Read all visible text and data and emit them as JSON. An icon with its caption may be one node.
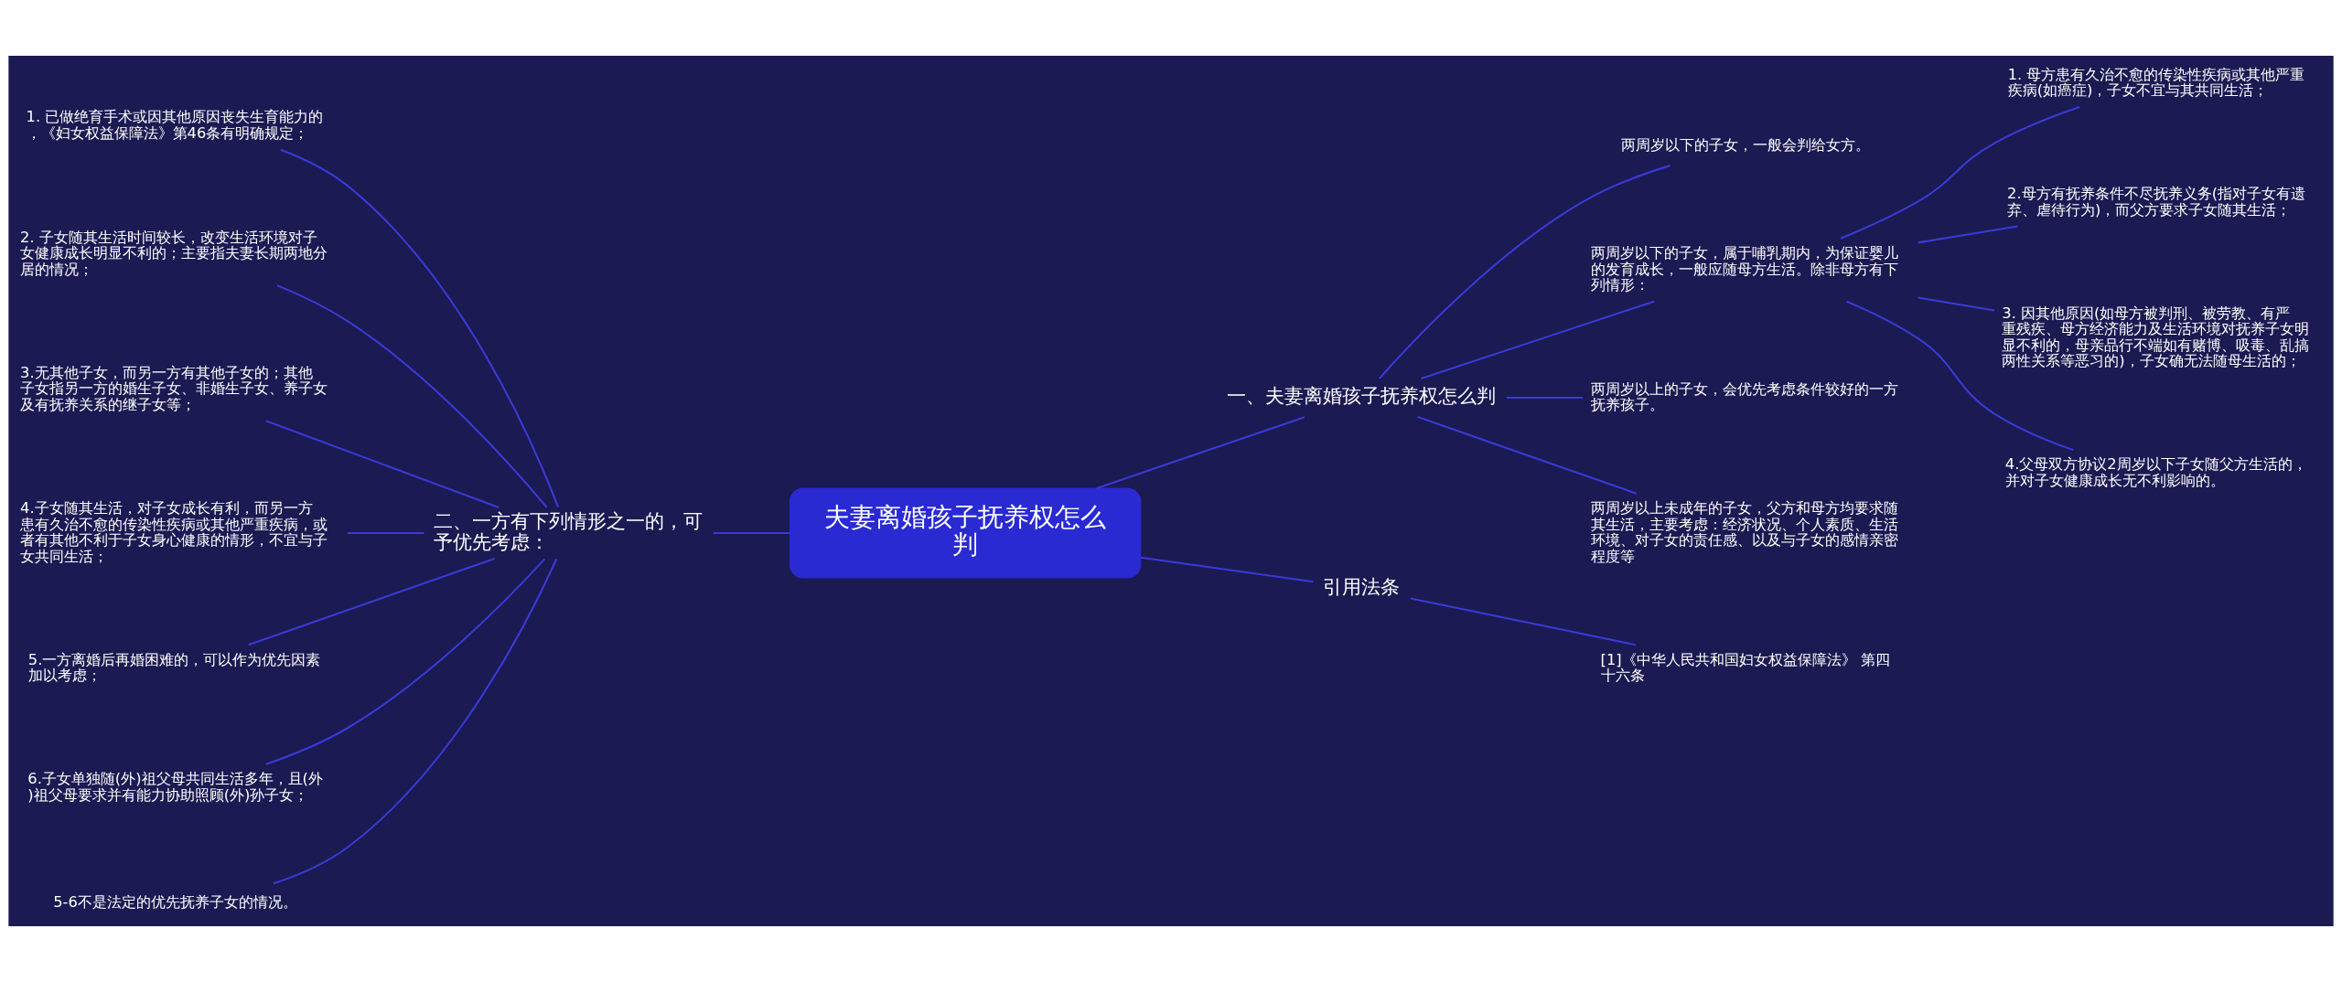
{
  "diagram": {
    "nodes": [
      {
        "text": [
          "夫妻离婚孩子抚养权怎么判"
        ]
      },
      {
        "text": [
          "一、夫妻离婚孩子抚养权怎么判"
        ]
      },
      {
        "text": [
          "两周岁以下的子女，一般会判给女方。"
        ]
      },
      {
        "text": [
          "两周岁以下的子女，属于哺乳期内，为保证婴儿的发育成长，一般应随母方生活。除非母方有下列情形："
        ]
      },
      {
        "text": [
          "1. 母方患有久治不愈的传染性疾病或其他严重疾病(如癌症)，子女不宜与其共同生活；"
        ]
      },
      {
        "text": [
          "2.母方有抚养条件不尽抚养义务(指对子女有遗弃、虐待行为)，而父方要求子女随其生活；"
        ]
      },
      {
        "text": [
          "3. 因其他原因(如母方被判刑、被劳教、有严重残疾、母方经济能力及生活环境对抚养子女明显不利的，母亲品行不端如有赌博、吸毒、乱搞两性关系等恶习的)，子女确无法随母生活的；"
        ]
      },
      {
        "text": [
          "4.父母双方协议2周岁以下子女随父方生活的，并对子女健康成长无不利影响的。"
        ]
      },
      {
        "text": [
          "两周岁以上的子女，会优先考虑条件较好的一方抚养孩子。"
        ]
      },
      {
        "text": [
          "两周岁以上未成年的子女，父方和母方均要求随其生活，主要考虑：经济状况、个人素质、生活环境、对子女的责任感、以及与子女的感情亲密程度等"
        ]
      },
      {
        "text": [
          "引用法条"
        ]
      },
      {
        "text": [
          "[1]《中华人民共和国妇女权益保障法》 第四十六条"
        ]
      },
      {
        "text": [
          "二、一方有下列情形之一的，可予优先考虑："
        ]
      },
      {
        "text": [
          "1. 已做绝育手术或因其他原因丧失生育能力的，《妇女权益保障法》第46条有明确规定；"
        ]
      },
      {
        "text": [
          "2. 子女随其生活时间较长，改变生活环境对子女健康成长明显不利的；主要指夫妻长期两地分居的情况；"
        ]
      },
      {
        "text": [
          "3.无其他子女，而另一方有其他子女的；其他子女指另一方的婚生子女、非婚生子女、养子女及有抚养关系的继子女等；"
        ]
      },
      {
        "text": [
          "4.子女随其生活，对子女成长有利，而另一方患有久治不愈的传染性疾病或其他严重疾病，或者有其他不利于子女身心健康的情形，不宜与子女共同生活；"
        ]
      },
      {
        "text": [
          "5.一方离婚后再婚困难的，可以作为优先因素加以考虑；"
        ]
      },
      {
        "text": [
          "6.子女单独随(外)祖父母共同生活多年，且(外)祖父母要求并有能力协助照顾(外)孙子女；"
        ]
      },
      {
        "text": [
          "5-6不是法定的优先抚养子女的情况。"
        ]
      }
    ],
    "edges": [
      {
        "from": 0,
        "to": 1,
        "arrow": "none"
      },
      {
        "from": 1,
        "to": 2,
        "arrow": "none"
      },
      {
        "from": 1,
        "to": 3,
        "arrow": "none"
      },
      {
        "from": 3,
        "to": 4,
        "arrow": "none"
      },
      {
        "from": 3,
        "to": 5,
        "arrow": "none"
      },
      {
        "from": 3,
        "to": 6,
        "arrow": "none"
      },
      {
        "from": 3,
        "to": 7,
        "arrow": "none"
      },
      {
        "from": 1,
        "to": 8,
        "arrow": "none"
      },
      {
        "from": 1,
        "to": 9,
        "arrow": "none"
      },
      {
        "from": 0,
        "to": 10,
        "arrow": "none"
      },
      {
        "from": 10,
        "to": 11,
        "arrow": "none"
      },
      {
        "from": 12,
        "to": 0,
        "arrow": "none"
      },
      {
        "from": 13,
        "to": 12,
        "arrow": "none"
      },
      {
        "from": 14,
        "to": 12,
        "arrow": "none"
      },
      {
        "from": 15,
        "to": 12,
        "arrow": "none"
      },
      {
        "from": 16,
        "to": 12,
        "arrow": "none"
      },
      {
        "from": 17,
        "to": 12,
        "arrow": "none"
      },
      {
        "from": 18,
        "to": 12,
        "arrow": "none"
      },
      {
        "from": 19,
        "to": 12,
        "arrow": "none"
      }
    ]
  }
}
